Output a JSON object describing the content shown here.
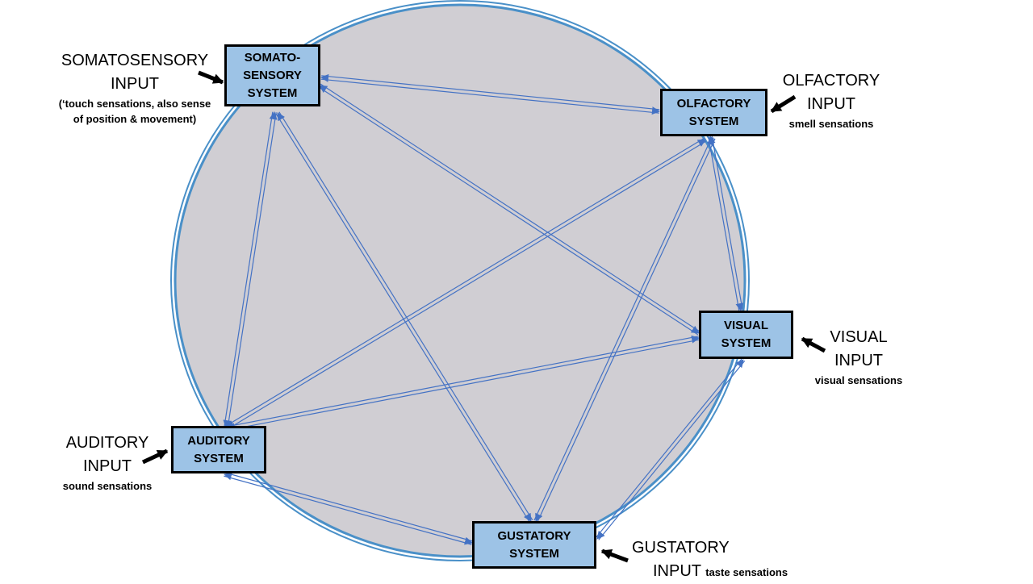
{
  "colors": {
    "circle_fill": "#d0ced3",
    "circle_stroke": "#4a90c8",
    "box_fill": "#9dc3e6",
    "box_border": "#000000",
    "arrow_color": "#4472c4",
    "input_arrow_color": "#000000"
  },
  "systems": [
    {
      "id": "somatosensory",
      "lines": [
        "SOMATO-",
        "SENSORY",
        "SYSTEM"
      ]
    },
    {
      "id": "olfactory",
      "lines": [
        "OLFACTORY",
        "SYSTEM"
      ]
    },
    {
      "id": "visual",
      "lines": [
        "VISUAL",
        "SYSTEM"
      ]
    },
    {
      "id": "auditory",
      "lines": [
        "AUDITORY",
        "SYSTEM"
      ]
    },
    {
      "id": "gustatory",
      "lines": [
        "GUSTATORY",
        "SYSTEM"
      ]
    }
  ],
  "inputs": {
    "somatosensory": {
      "title_line1": "SOMATOSENSORY",
      "title_line2": "INPUT",
      "sub_line1": "(‘touch sensations, also sense",
      "sub_line2": "of position & movement)"
    },
    "olfactory": {
      "title_line1": "OLFACTORY",
      "title_line2": "INPUT",
      "sub": "smell sensations"
    },
    "visual": {
      "title_line1": "VISUAL",
      "title_line2": "INPUT",
      "sub": "visual sensations"
    },
    "auditory": {
      "title_line1": "AUDITORY",
      "title_line2": "INPUT",
      "sub": "sound sensations"
    },
    "gustatory": {
      "title_line1": "GUSTATORY",
      "title_line2": "INPUT",
      "sub": "taste sensations"
    }
  },
  "connections": [
    [
      "somatosensory",
      "olfactory"
    ],
    [
      "somatosensory",
      "visual"
    ],
    [
      "somatosensory",
      "auditory"
    ],
    [
      "somatosensory",
      "gustatory"
    ],
    [
      "olfactory",
      "visual"
    ],
    [
      "olfactory",
      "auditory"
    ],
    [
      "olfactory",
      "gustatory"
    ],
    [
      "visual",
      "auditory"
    ],
    [
      "visual",
      "gustatory"
    ],
    [
      "auditory",
      "gustatory"
    ]
  ]
}
